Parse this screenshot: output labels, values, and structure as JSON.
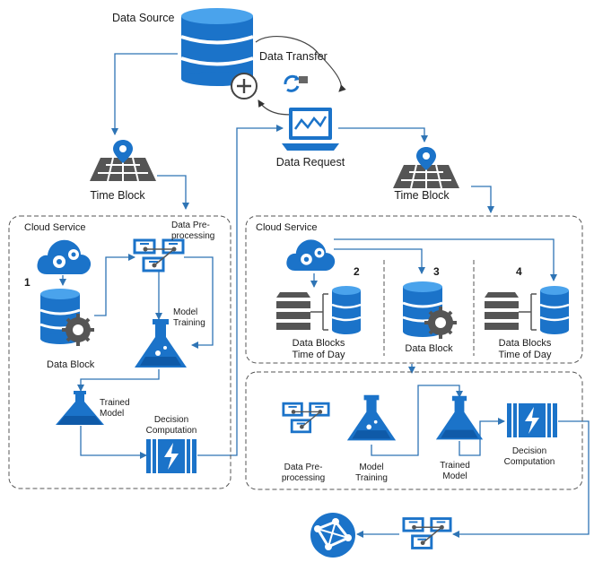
{
  "colors": {
    "blue": "#1b73c9",
    "dark_blue": "#0f5aa8",
    "line": "#2e74b5",
    "dash": "#555555",
    "gray": "#5a5a5a"
  },
  "labels": {
    "data_source": "Data Source",
    "data_transfer": "Data Transfer",
    "data_request": "Data Request",
    "time_block_left": "Time Block",
    "time_block_right": "Time Block",
    "cloud_service_left": "Cloud Service",
    "cloud_service_right": "Cloud Service",
    "data_preprocessing_top": "Data Pre-\nprocessing",
    "num_1": "1",
    "num_2": "2",
    "num_3": "3",
    "num_4": "4",
    "data_block_left": "Data Block",
    "model_training_left": "Model\nTraining",
    "trained_model_left": "Trained\nModel",
    "decision_computation_left": "Decision\nComputation",
    "data_blocks_tod_1": "Data Blocks\nTime of Day",
    "data_block_mid": "Data Block",
    "data_blocks_tod_2": "Data Blocks\nTime of Day",
    "data_preprocessing_bottom": "Data Pre-\nprocessing",
    "model_training_bottom": "Model\nTraining",
    "trained_model_bottom": "Trained\nModel",
    "decision_computation_bottom": "Decision\nComputation"
  },
  "icons": {
    "database": "database-icon",
    "plus": "plus-circle-icon",
    "transfer": "sync-icon",
    "laptop": "laptop-chart-icon",
    "map": "map-pin-icon",
    "cloud": "cloud-gears-icon",
    "pipeline": "data-pipeline-icon",
    "flask": "flask-icon",
    "stream": "stream-analytics-icon",
    "globe": "globe-network-icon"
  }
}
